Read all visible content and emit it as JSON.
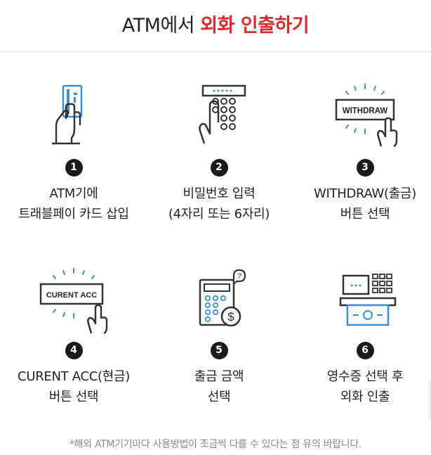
{
  "title": {
    "prefix": "ATM에서 ",
    "accent": "외화 인출하기"
  },
  "steps": [
    {
      "num": "1",
      "line1": "ATM기에",
      "line2": "트래블페이 카드 삽입",
      "icon": "card-insert-icon"
    },
    {
      "num": "2",
      "line1": "비밀번호 입력",
      "line2": "(4자리 또는 6자리)",
      "icon": "keypad-icon"
    },
    {
      "num": "3",
      "line1": "WITHDRAW(출금)",
      "line2": "버튼 선택",
      "icon": "withdraw-button-icon",
      "button_text": "WITHDRAW"
    },
    {
      "num": "4",
      "line1": "CURENT ACC(현금)",
      "line2": "버튼 선택",
      "icon": "current-acc-button-icon",
      "button_text": "CURENT ACC"
    },
    {
      "num": "5",
      "line1": "출금 금액",
      "line2": "선택",
      "icon": "calculator-dollar-icon"
    },
    {
      "num": "6",
      "line1": "영수증 선택 후",
      "line2": "외화 인출",
      "icon": "atm-cash-icon"
    }
  ],
  "footnote": "*해외 ATM기기마다 사용방법이 조금씩 다를 수 있다는 점 유의 바랍니다.",
  "colors": {
    "accent": "#d92b2b",
    "icon_blue": "#3a8fd9",
    "icon_dark": "#333333",
    "badge": "#1a1a1a"
  }
}
